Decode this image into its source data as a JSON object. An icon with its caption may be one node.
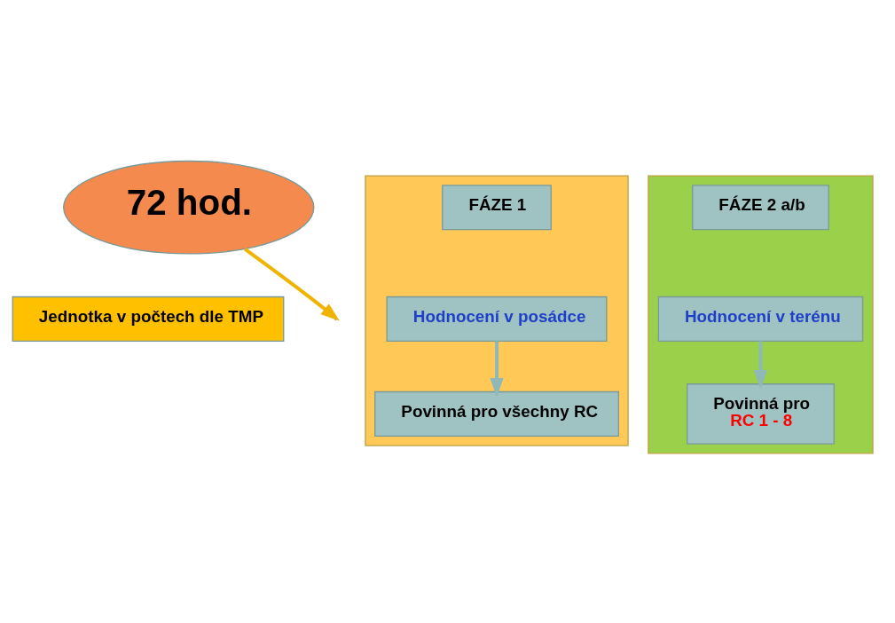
{
  "diagram": {
    "nodes": [
      {
        "text": [
          "72 hod."
        ]
      },
      {
        "text": [],
        "shape": "box"
      },
      {
        "text": [
          "FÁZE 1"
        ],
        "in": 1
      },
      {
        "text": [
          "Hodnocení v posádce"
        ],
        "in": 1
      },
      {
        "text": [
          "Povinná pro všechny RC"
        ],
        "in": 1
      },
      {
        "text": [
          "Jednotka v počtech dle TMP"
        ]
      },
      {
        "text": [],
        "shape": "box"
      },
      {
        "text": [
          "FÁZE 2 a/b"
        ],
        "in": 6
      },
      {
        "text": [
          "Hodnocení v terénu"
        ],
        "in": 6
      },
      {
        "text": [
          "Povinná pro",
          "RC 1 - 8"
        ],
        "in": 6
      }
    ],
    "edges": [
      {
        "from": 0,
        "to": null,
        "arrow": "to",
        "color": "#f0b400"
      },
      {
        "from": 3,
        "to": 4,
        "arrow": "to"
      },
      {
        "from": 8,
        "to": 9,
        "arrow": "to"
      }
    ]
  }
}
